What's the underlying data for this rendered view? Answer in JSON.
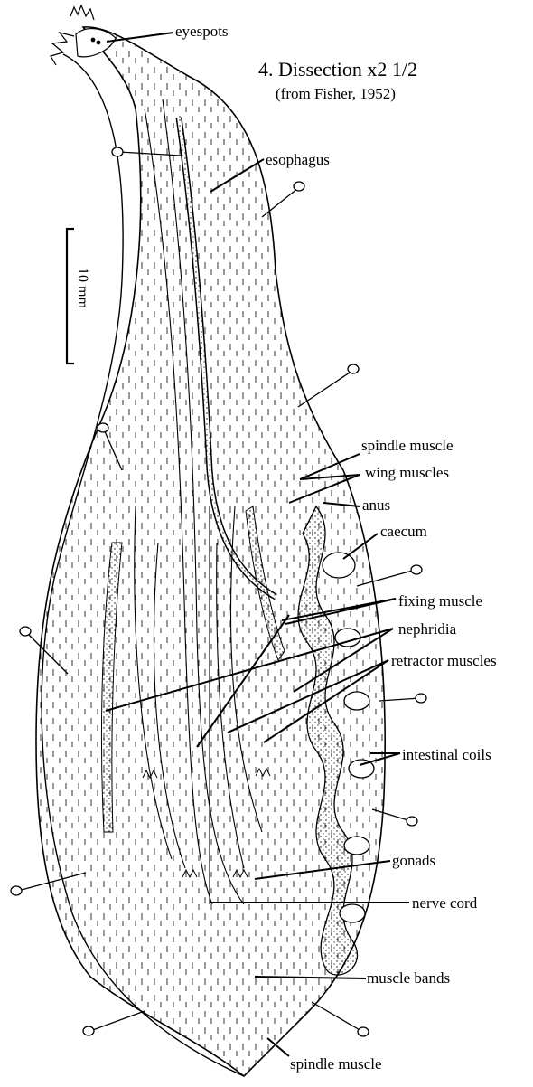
{
  "figure": {
    "title": "4. Dissection x2 1/2",
    "subtitle": "(from Fisher, 1952)",
    "scale_bar_label": "10 mm"
  },
  "labels": {
    "eyespots": "eyespots",
    "esophagus": "esophagus",
    "spindle_muscle_upper": "spindle muscle",
    "wing_muscles": "wing muscles",
    "anus": "anus",
    "caecum": "caecum",
    "fixing_muscle": "fixing muscle",
    "nephridia": "nephridia",
    "retractor_muscles": "retractor muscles",
    "intestinal_coils": "intestinal coils",
    "gonads": "gonads",
    "nerve_cord": "nerve cord",
    "muscle_bands": "muscle bands",
    "spindle_muscle_lower": "spindle muscle"
  }
}
